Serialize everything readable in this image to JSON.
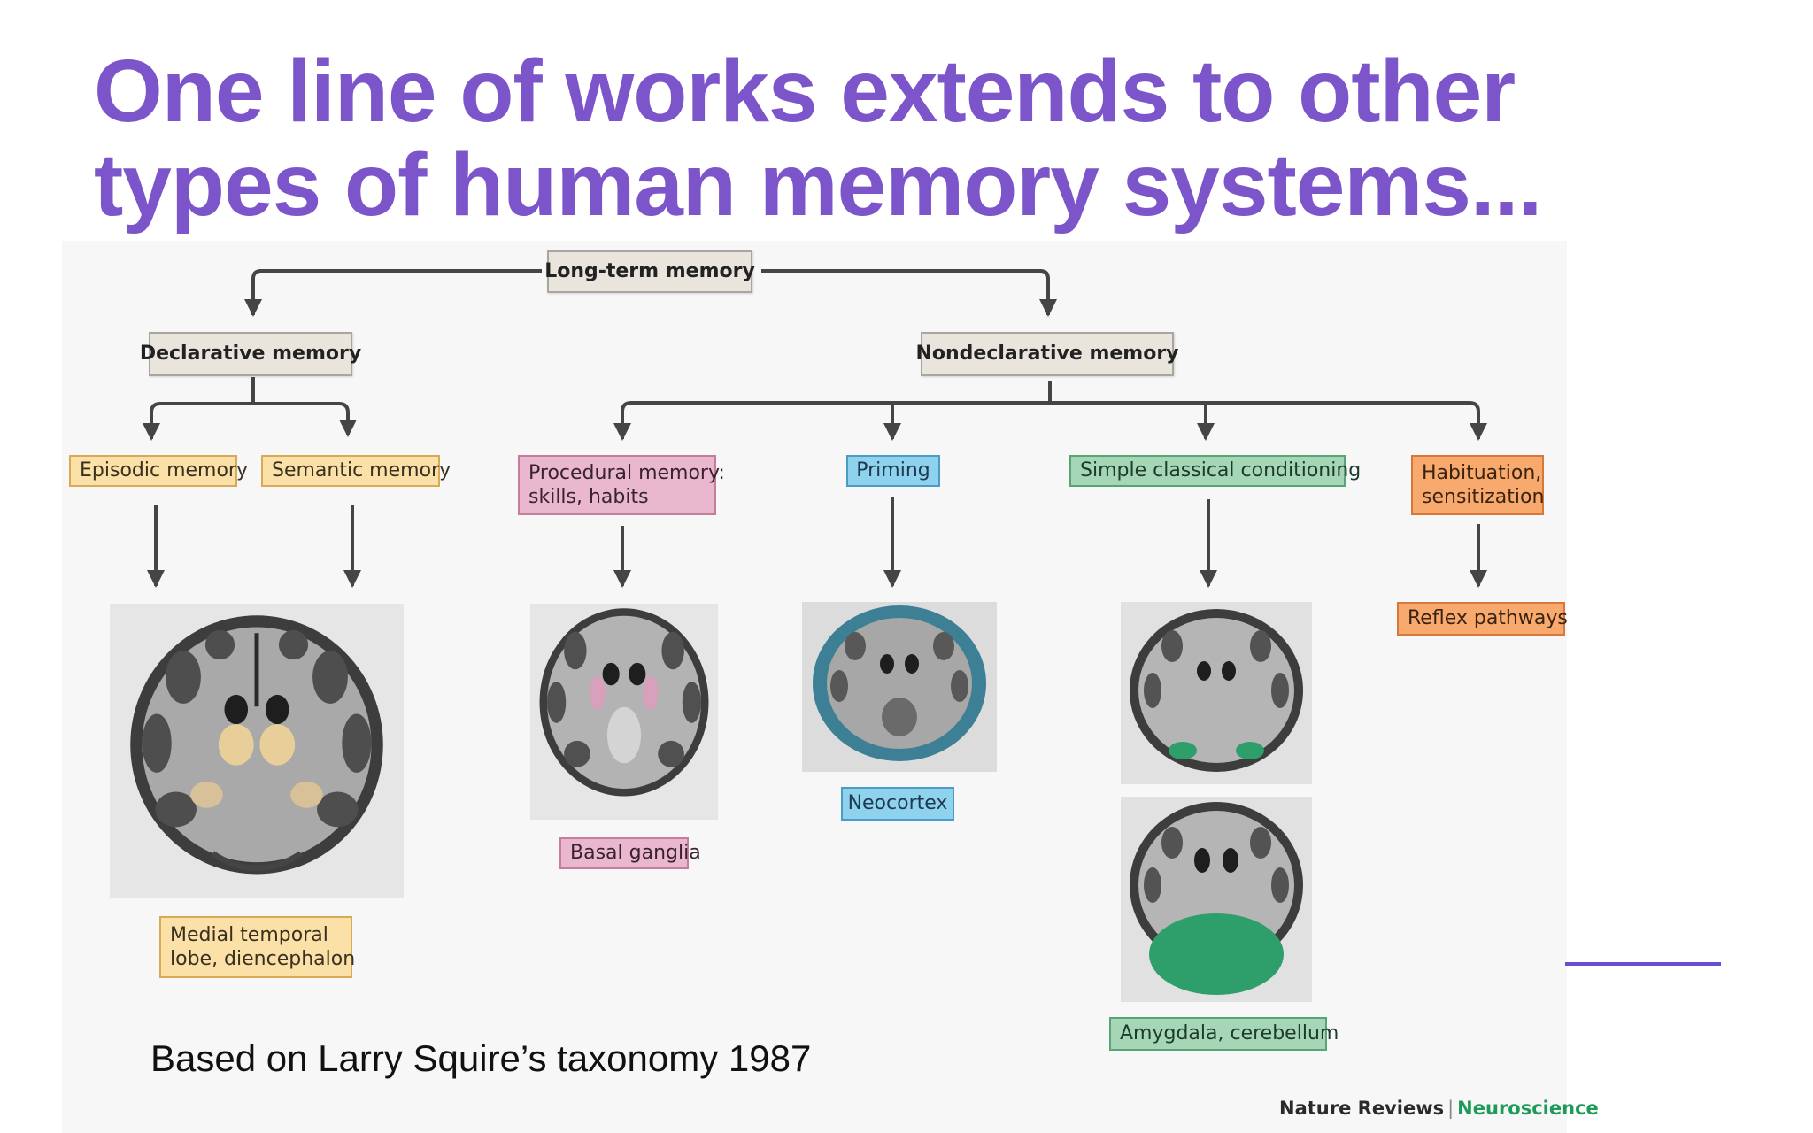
{
  "slide": {
    "title_line1": "One line of works extends to other",
    "title_line2": "types of human memory systems...",
    "credit": "Based on Larry Squire’s taxonomy 1987"
  },
  "diagram": {
    "root": "Long-term memory",
    "declarative": "Declarative memory",
    "nondeclarative": "Nondeclarative memory",
    "episodic": "Episodic memory",
    "semantic": "Semantic memory",
    "procedural_line1": "Procedural memory:",
    "procedural_line2": "skills, habits",
    "priming": "Priming",
    "conditioning": "Simple classical conditioning",
    "habituation_line1": "Habituation,",
    "habituation_line2": "sensitization",
    "mtl_line1": "Medial temporal",
    "mtl_line2": "lobe, diencephalon",
    "basal_ganglia": "Basal ganglia",
    "neocortex": "Neocortex",
    "reflex": "Reflex pathways",
    "amygdala_cerebellum": "Amygdala, cerebellum"
  },
  "source": {
    "journal": "Nature Reviews",
    "section": "Neuroscience"
  },
  "colors": {
    "title": "#7b55c9",
    "declarative_yellow": "#fbe0a7",
    "procedural_pink": "#e9b8cf",
    "priming_blue": "#8fd2ee",
    "conditioning_green": "#a5d6b6",
    "habituation_orange": "#f8a96e",
    "connector": "#454545"
  }
}
